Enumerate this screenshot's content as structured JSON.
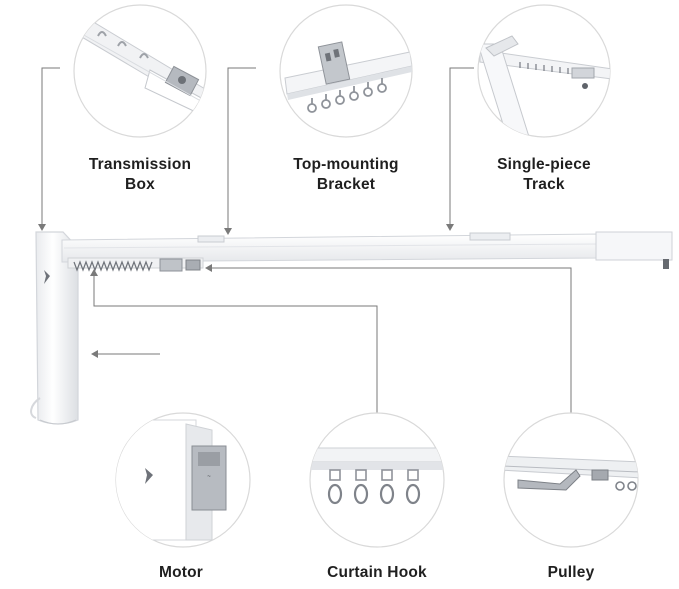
{
  "labels": {
    "transmission_box": [
      "Transmission",
      "Box"
    ],
    "top_mounting_bracket": [
      "Top-mounting",
      "Bracket"
    ],
    "single_piece_track": [
      "Single-piece",
      "Track"
    ],
    "motor": "Motor",
    "curtain_hook": "Curtain Hook",
    "pulley": "Pulley"
  },
  "colors": {
    "rail": "#f4f5f7",
    "rail_edge": "#d3d6db",
    "leader": "#7a7a7a",
    "text": "#1f1f1f",
    "circle_border": "#d9d9d9",
    "metal": "#a9adb3"
  }
}
